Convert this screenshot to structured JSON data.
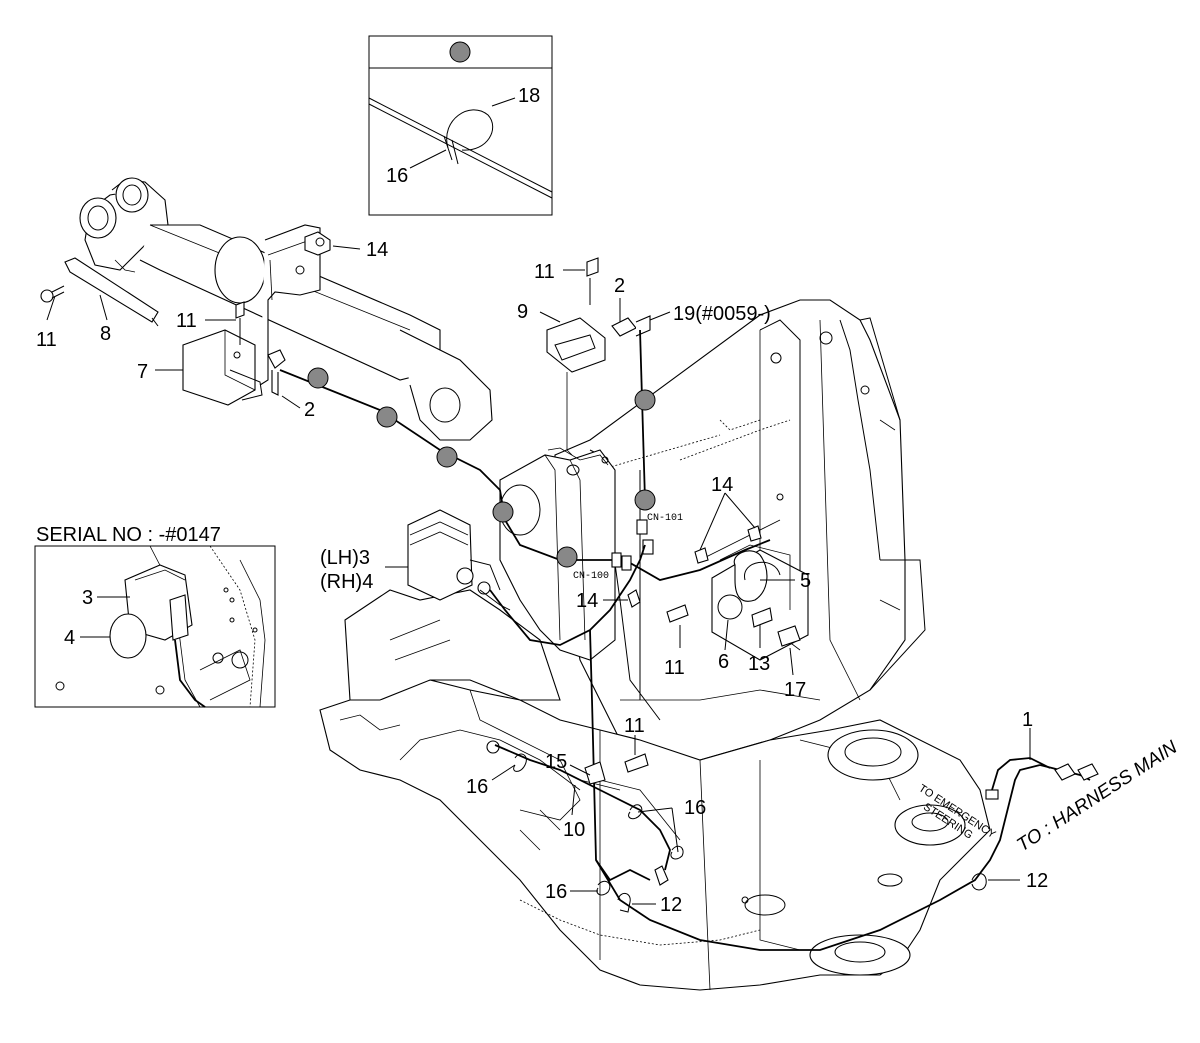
{
  "inset_top": {
    "callouts": [
      "18",
      "16"
    ]
  },
  "inset_left": {
    "title": "SERIAL NO : -#0147",
    "callouts": [
      "3",
      "4"
    ]
  },
  "connectors": {
    "cn101": "CN-101",
    "cn100": "CN-100"
  },
  "callouts": {
    "c14_top": "14",
    "c11_left": "11",
    "c8": "8",
    "c11_bracket": "11",
    "c7": "7",
    "c2_left": "2",
    "c11_top": "11",
    "c2_top": "2",
    "c9": "9",
    "c19": "19(#0059-)",
    "c14_right": "14",
    "c3": "(LH)3",
    "c4": "(RH)4",
    "c5": "5",
    "c14_mid": "14",
    "c11_mid": "11",
    "c6": "6",
    "c13": "13",
    "c17": "17",
    "c1": "1",
    "c11_low": "11",
    "c15": "15",
    "c16_a": "16",
    "c10": "10",
    "c16_b": "16",
    "c16_c": "16",
    "c12_a": "12",
    "c12_b": "12"
  },
  "notes": {
    "emergency_line1": "TO EMERGENCY",
    "emergency_line2": "STEERING",
    "harness_main": "TO : HARNESS MAIN"
  }
}
